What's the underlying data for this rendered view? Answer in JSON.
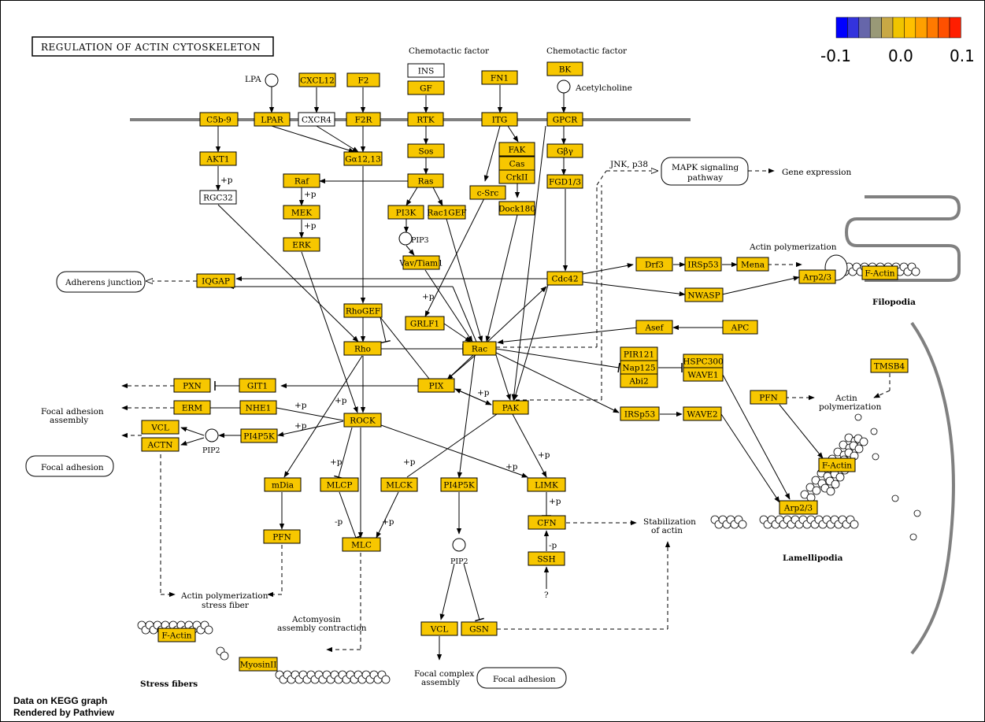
{
  "title": "REGULATION OF ACTIN CYTOSKELETON",
  "legend": {
    "colors": [
      "#0000ff",
      "#3333dd",
      "#6666aa",
      "#999977",
      "#c8a845",
      "#f0c400",
      "#ffc000",
      "#ffa000",
      "#ff7a00",
      "#ff5000",
      "#ff1e00"
    ],
    "labels": [
      "-0.1",
      "0.0",
      "0.1"
    ]
  },
  "footer": [
    "Data on KEGG graph",
    "Rendered by Pathview"
  ],
  "gene_color": "#f7c700",
  "genes": [
    "C5b-9",
    "LPAR",
    "CXCR4",
    "F2R",
    "RTK",
    "ITG",
    "GPCR",
    "CXCL12",
    "F2",
    "GF",
    "FN1",
    "BK",
    "AKT1",
    "Gα12,13",
    "Sos",
    "FAK",
    "Cas",
    "CrkII",
    "Gβγ",
    "FGD1/3",
    "Ras",
    "Raf",
    "MEK",
    "ERK",
    "PI3K",
    "Rac1GEF",
    "c-Src",
    "Dock180",
    "Vav/Tiam1",
    "IQGAP",
    "Cdc42",
    "Drf3",
    "IRSp53",
    "Mena",
    "Arp2/3",
    "F-Actin",
    "NWASP",
    "RhoGEF",
    "GRLF1",
    "Rho",
    "Rac",
    "Asef",
    "APC",
    "PIR121",
    "Nap125",
    "Abi2",
    "HSPC300",
    "WAVE1",
    "TMSB4",
    "PXN",
    "GIT1",
    "PIX",
    "ERM",
    "NHE1",
    "VCL",
    "ACTN",
    "PI4P5K",
    "ROCK",
    "PAK",
    "IRSp53",
    "WAVE2",
    "PFN",
    "F-Actin",
    "Arp2/3",
    "mDia",
    "MLCP",
    "MLCK",
    "PI4P5K",
    "LIMK",
    "CFN",
    "SSH",
    "PFN",
    "MLC",
    "VCL",
    "GSN",
    "F-Actin",
    "MyosinII"
  ],
  "white_genes": [
    "INS",
    "CXCR4",
    "RGC32"
  ],
  "compounds": [
    "LPA",
    "Acetylcholine",
    "PIP3",
    "PIP2",
    "PIP2"
  ],
  "labels": {
    "chemotactic_1": "Chemotactic factor",
    "chemotactic_2": "Chemotactic factor",
    "jnk": "JNK, p38",
    "gene_expression": "Gene expression",
    "actin_poly_1": "Actin polymerization",
    "filopodia": "Filopodia",
    "focal_adh_assembly_1": "Focal adhesion",
    "focal_adh_assembly_2": "assembly",
    "actin_poly_2a": "Actin",
    "actin_poly_2b": "polymerization",
    "lamellipodia": "Lamellipodia",
    "stabilization_1": "Stabilization",
    "stabilization_2": "of actin",
    "actin_stress_1": "Actin polymerization",
    "actin_stress_2": "stress fiber",
    "actomyosin_1": "Actomyosin",
    "actomyosin_2": "assembly contraction",
    "stress_fibers": "Stress fibers",
    "focal_complex_1": "Focal complex",
    "focal_complex_2": "assembly",
    "question": "?",
    "p_plus": "+p",
    "p_minus": "-p"
  },
  "pathway_boxes": {
    "mapk_1": "MAPK signaling",
    "mapk_2": "pathway",
    "adherens": "Adherens junction",
    "focal_adhesion_1": "Focal adhesion",
    "focal_adhesion_2": "Focal adhesion"
  }
}
